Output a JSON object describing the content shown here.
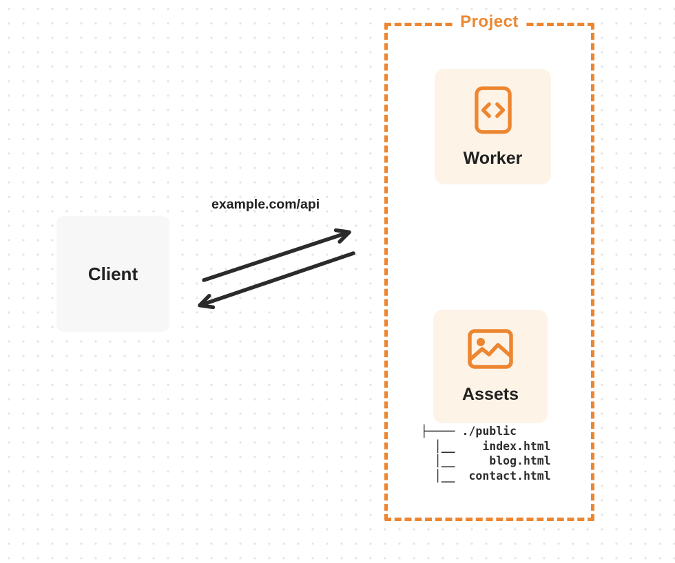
{
  "diagram": {
    "client": {
      "label": "Client"
    },
    "request_label": "example.com/api",
    "project": {
      "label": "Project",
      "nodes": [
        {
          "id": "worker",
          "label": "Worker",
          "icon": "code-document-icon"
        },
        {
          "id": "assets",
          "label": "Assets",
          "icon": "image-icon"
        }
      ],
      "file_tree": {
        "root": "./public",
        "files": [
          "index.html",
          "blog.html",
          "contact.html"
        ],
        "ascii": " ├──── ./public\n   │__    index.html\n   │__     blog.html\n   │__  contact.html"
      }
    },
    "colors": {
      "accent": "#ED8630",
      "card_bg": "#FDF3E7",
      "client_bg": "#F7F7F8",
      "arrow": "#2B2B2B",
      "text_dark": "#212121",
      "dot": "#E4E4E7"
    }
  }
}
